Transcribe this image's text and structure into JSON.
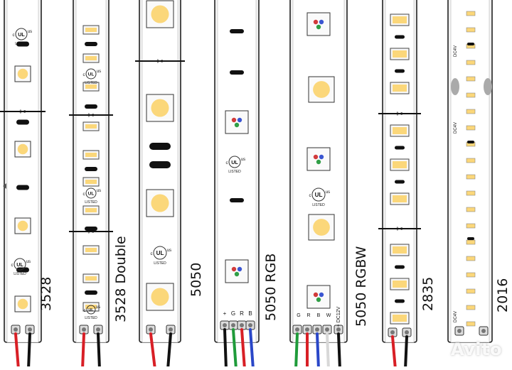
{
  "strips": [
    {
      "id": "3528",
      "label": "3528"
    },
    {
      "id": "3528-double",
      "label": "3528 Double"
    },
    {
      "id": "5050",
      "label": "5050"
    },
    {
      "id": "5050-rgb",
      "label": "5050 RGB"
    },
    {
      "id": "5050-rgbw",
      "label": "5050 RGBW"
    },
    {
      "id": "2835",
      "label": "2835"
    },
    {
      "id": "2016",
      "label": "2016"
    }
  ],
  "pad_labels": {
    "rgb": [
      "+",
      "G",
      "R",
      "B"
    ],
    "rgbw": [
      "G",
      "R",
      "B",
      "W",
      "+ DC12V"
    ]
  },
  "ul_mark": {
    "letters": "UL",
    "c": "c",
    "us": "us",
    "listed": "LISTED"
  },
  "dc_mark": "DC4V",
  "watermark": "Avito",
  "colors": {
    "led_warm": "#fbd77a",
    "wire_red": "#d81f26",
    "wire_black": "#111111",
    "wire_green": "#1f9b3a",
    "wire_blue": "#2a47c8",
    "wire_white": "#d8d8d8"
  }
}
